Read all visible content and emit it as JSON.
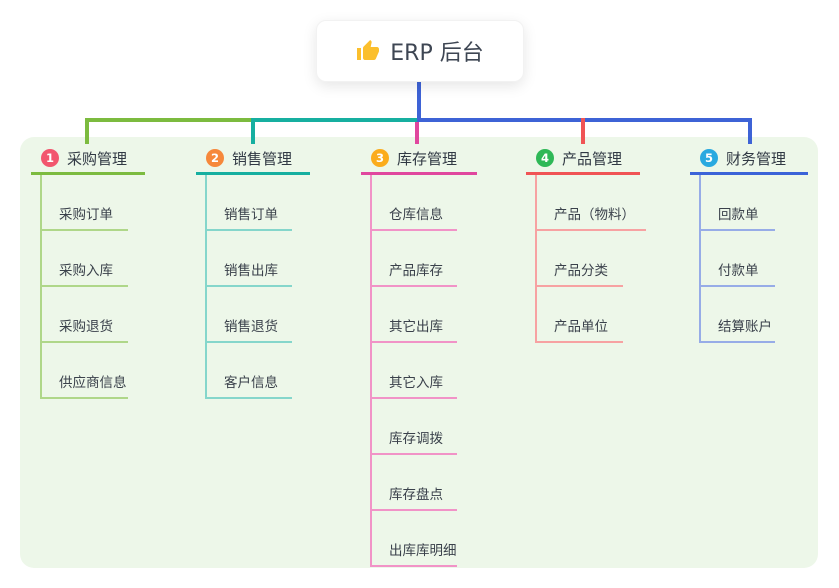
{
  "root": {
    "label": "ERP 后台",
    "icon": "thumbs-up-icon"
  },
  "panel": {
    "background": "#EDF7E9"
  },
  "connectors": {
    "root_line": "#3E63D6"
  },
  "icon_colors": {
    "thumb": "#FBBF2D"
  },
  "branches": [
    {
      "num": "1",
      "title": "采购管理",
      "colors": {
        "badge": "#F2566E",
        "line": "#7CBB3F",
        "child_line": "#AFD789"
      },
      "children": [
        "采购订单",
        "采购入库",
        "采购退货",
        "供应商信息"
      ]
    },
    {
      "num": "2",
      "title": "销售管理",
      "colors": {
        "badge": "#F6883B",
        "line": "#16AFA0",
        "child_line": "#85D6CB"
      },
      "children": [
        "销售订单",
        "销售出库",
        "销售退货",
        "客户信息"
      ]
    },
    {
      "num": "3",
      "title": "库存管理",
      "colors": {
        "badge": "#FBAC1C",
        "line": "#E0479E",
        "child_line": "#F193C7"
      },
      "children": [
        "仓库信息",
        "产品库存",
        "其它出库",
        "其它入库",
        "库存调拨",
        "库存盘点",
        "出库库明细"
      ]
    },
    {
      "num": "4",
      "title": "产品管理",
      "colors": {
        "badge": "#2FB857",
        "line": "#F05455",
        "child_line": "#F7A2A2"
      },
      "children": [
        "产品（物料）",
        "产品分类",
        "产品单位"
      ]
    },
    {
      "num": "5",
      "title": "财务管理",
      "colors": {
        "badge": "#29A9E0",
        "line": "#3B63D8",
        "child_line": "#97ACE7"
      },
      "children": [
        "回款单",
        "付款单",
        "结算账户"
      ]
    }
  ]
}
